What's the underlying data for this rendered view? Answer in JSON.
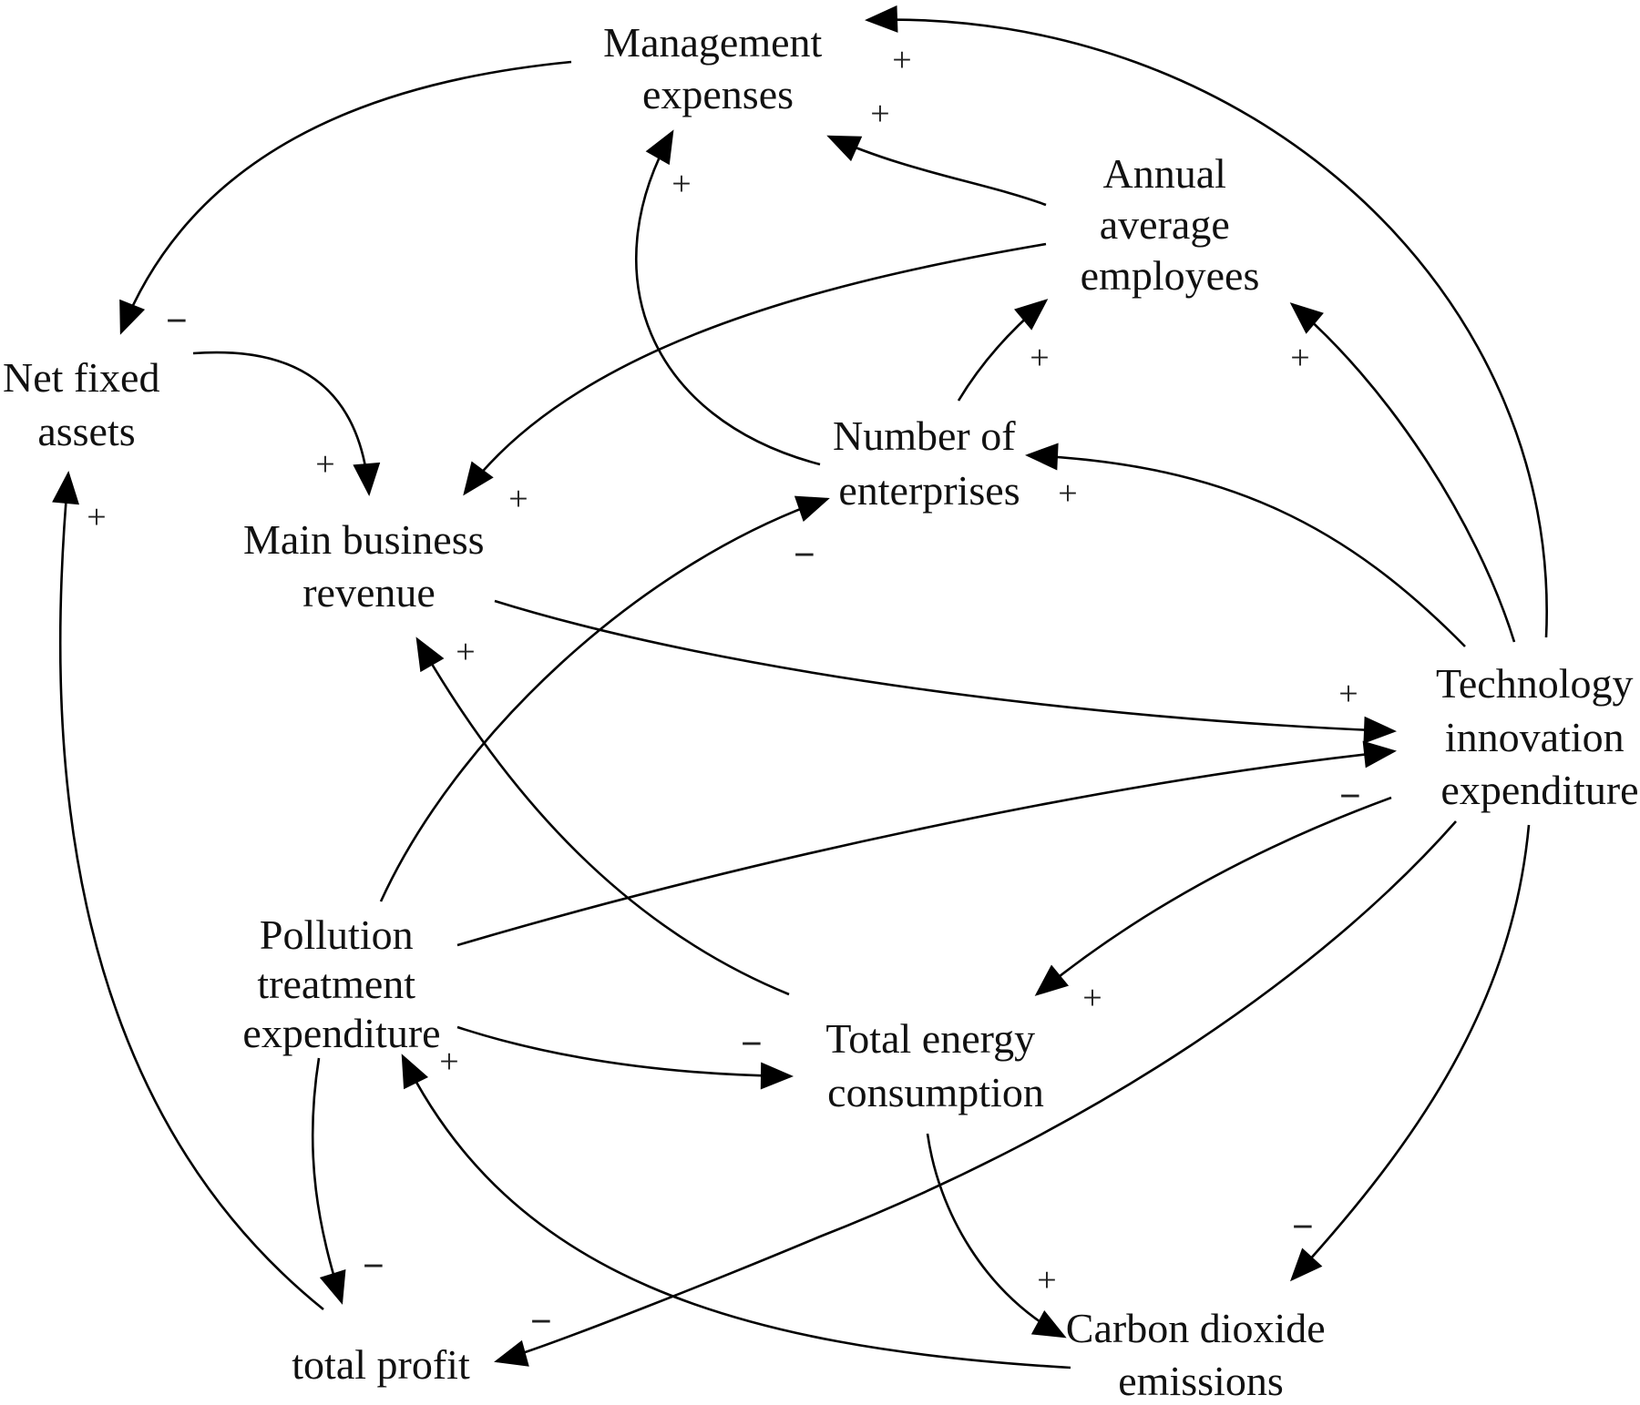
{
  "nodes": {
    "management_expenses": [
      "Management",
      "expenses"
    ],
    "annual_average_employees": [
      "Annual",
      "average",
      "employees"
    ],
    "net_fixed_assets": [
      "Net fixed",
      "assets"
    ],
    "number_of_enterprises": [
      "Number of",
      "enterprises"
    ],
    "main_business_revenue": [
      "Main business",
      "revenue"
    ],
    "technology_innovation_expenditure": [
      "Technology",
      "innovation",
      "expenditure"
    ],
    "pollution_treatment_expenditure": [
      "Pollution",
      "treatment",
      "expenditure"
    ],
    "total_energy_consumption": [
      "Total energy",
      "consumption"
    ],
    "carbon_dioxide_emissions": [
      "Carbon dioxide",
      "emissions"
    ],
    "total_profit": [
      "total profit"
    ]
  },
  "links": [
    {
      "from": "technology_innovation_expenditure",
      "to": "management_expenses",
      "polarity": "+"
    },
    {
      "from": "annual_average_employees",
      "to": "management_expenses",
      "polarity": "+"
    },
    {
      "from": "number_of_enterprises",
      "to": "management_expenses",
      "polarity": "+"
    },
    {
      "from": "management_expenses",
      "to": "net_fixed_assets",
      "polarity": "−"
    },
    {
      "from": "net_fixed_assets",
      "to": "main_business_revenue",
      "polarity": "+"
    },
    {
      "from": "annual_average_employees",
      "to": "main_business_revenue",
      "polarity": "+"
    },
    {
      "from": "number_of_enterprises",
      "to": "annual_average_employees",
      "polarity": "+"
    },
    {
      "from": "technology_innovation_expenditure",
      "to": "annual_average_employees",
      "polarity": "+"
    },
    {
      "from": "technology_innovation_expenditure",
      "to": "number_of_enterprises",
      "polarity": "+"
    },
    {
      "from": "pollution_treatment_expenditure",
      "to": "number_of_enterprises",
      "polarity": "−"
    },
    {
      "from": "main_business_revenue",
      "to": "technology_innovation_expenditure",
      "polarity": "+"
    },
    {
      "from": "pollution_treatment_expenditure",
      "to": "technology_innovation_expenditure",
      "polarity": "−"
    },
    {
      "from": "total_energy_consumption",
      "to": "main_business_revenue",
      "polarity": "+"
    },
    {
      "from": "technology_innovation_expenditure",
      "to": "total_energy_consumption",
      "polarity": "+"
    },
    {
      "from": "pollution_treatment_expenditure",
      "to": "total_energy_consumption",
      "polarity": "−"
    },
    {
      "from": "total_energy_consumption",
      "to": "carbon_dioxide_emissions",
      "polarity": "+"
    },
    {
      "from": "technology_innovation_expenditure",
      "to": "carbon_dioxide_emissions",
      "polarity": "−"
    },
    {
      "from": "carbon_dioxide_emissions",
      "to": "pollution_treatment_expenditure",
      "polarity": "+"
    },
    {
      "from": "pollution_treatment_expenditure",
      "to": "total_profit",
      "polarity": "−"
    },
    {
      "from": "technology_innovation_expenditure",
      "to": "total_profit",
      "polarity": "−"
    },
    {
      "from": "total_profit",
      "to": "net_fixed_assets",
      "polarity": "+"
    }
  ]
}
